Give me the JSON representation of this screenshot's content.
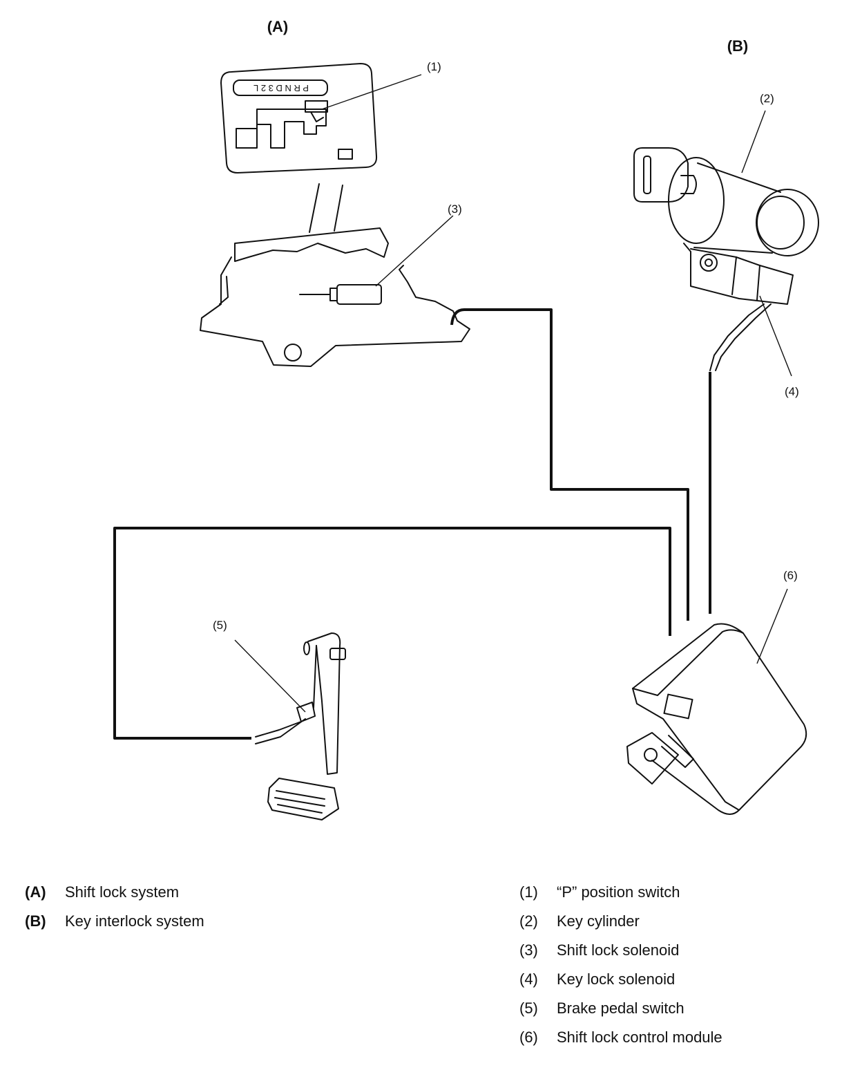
{
  "sections": {
    "a": {
      "label": "(A)",
      "name": "Shift lock system"
    },
    "b": {
      "label": "(B)",
      "name": "Key interlock system"
    }
  },
  "gear_letters": "P R N D 3 2 L",
  "callouts": [
    {
      "label": "(1)",
      "name": "“P” position switch"
    },
    {
      "label": "(2)",
      "name": "Key cylinder"
    },
    {
      "label": "(3)",
      "name": "Shift lock solenoid"
    },
    {
      "label": "(4)",
      "name": "Key lock solenoid"
    },
    {
      "label": "(5)",
      "name": "Brake pedal switch"
    },
    {
      "label": "(6)",
      "name": "Shift lock control module"
    }
  ]
}
